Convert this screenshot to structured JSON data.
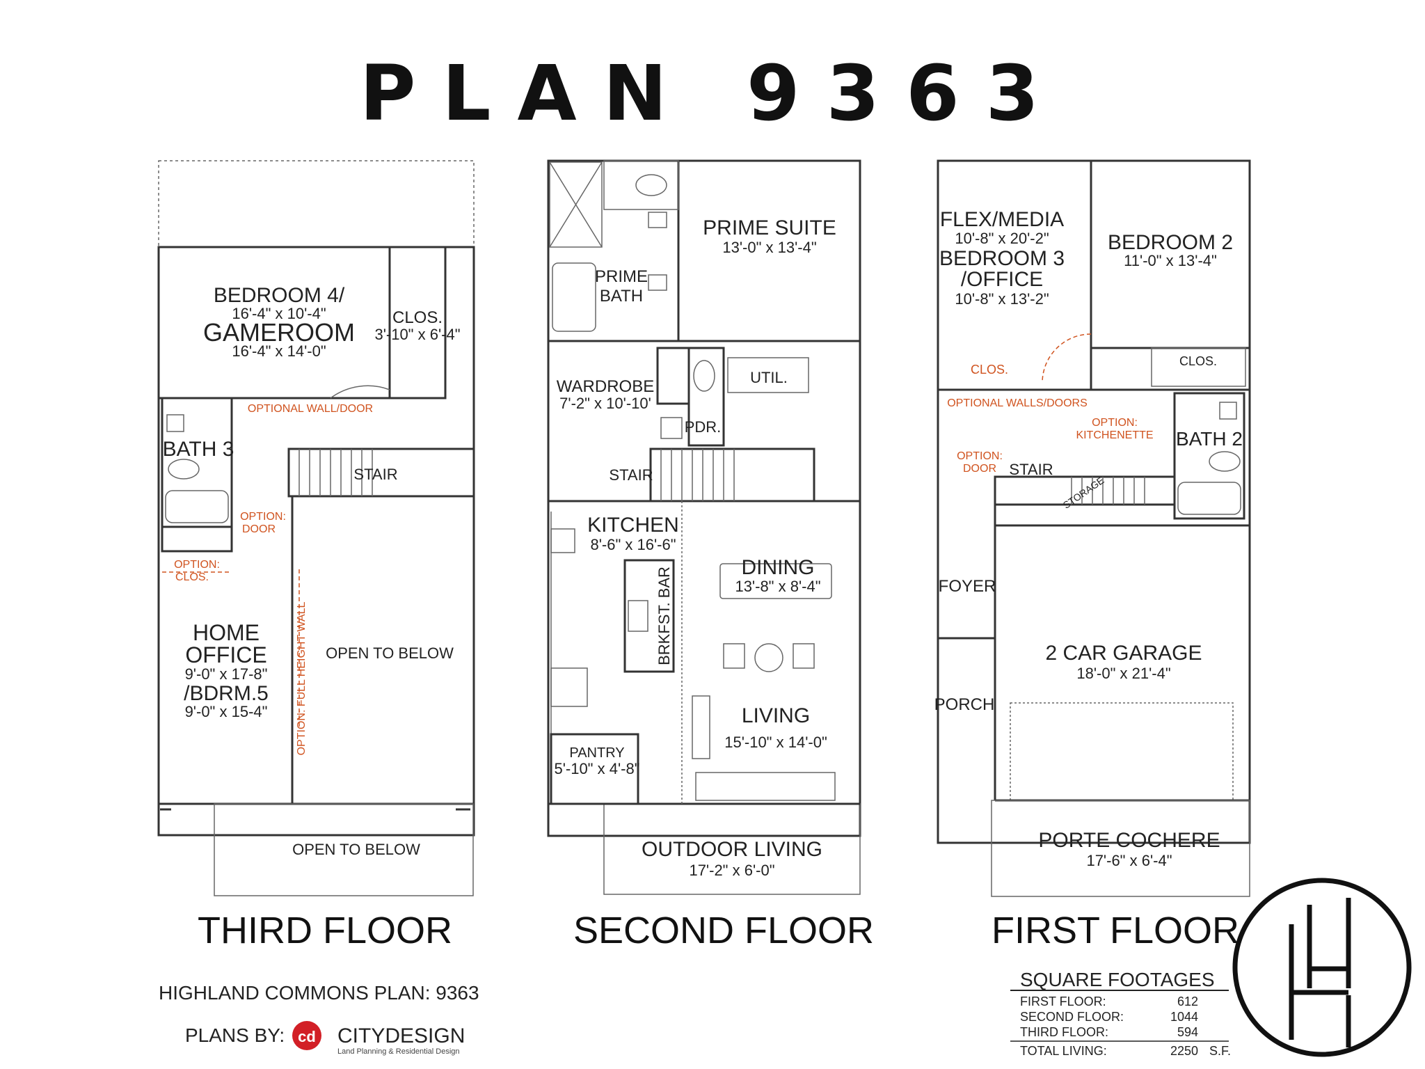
{
  "title": "PLAN 9363",
  "floors": {
    "third": {
      "label": "THIRD FLOOR",
      "rooms": {
        "bedroom4_name1": "BEDROOM 4/",
        "bedroom4_dim1": "16'-4\" x 10'-4\"",
        "bedroom4_name2": "GAMEROOM",
        "bedroom4_dim2": "16'-4\" x 14'-0\"",
        "clos_name": "CLOS.",
        "clos_dim": "3'-10\" x 6'-4\"",
        "bath3": "BATH 3",
        "stair": "STAIR",
        "home_office1": "HOME",
        "home_office2": "OFFICE",
        "home_office_dim": "9'-0\" x 17-8\"",
        "bdrm5": "/BDRM.5",
        "bdrm5_dim": "9'-0\" x 15-4\"",
        "open_below_1": "OPEN TO BELOW",
        "open_below_2": "OPEN TO BELOW"
      },
      "options": {
        "wall_door": "OPTIONAL WALL/DOOR",
        "door1": "OPTION:",
        "door2": "DOOR",
        "clos1": "OPTION:",
        "clos2": "CLOS.",
        "full_height": "OPTION: FULL HEIGHT WALL"
      }
    },
    "second": {
      "label": "SECOND FLOOR",
      "rooms": {
        "prime_suite": "PRIME SUITE",
        "prime_suite_dim": "13'-0\" x 13'-4\"",
        "prime_bath1": "PRIME",
        "prime_bath2": "BATH",
        "wardrobe": "WARDROBE",
        "wardrobe_dim": "7'-2\" x 10'-10'",
        "util": "UTIL.",
        "pdr": "PDR.",
        "stair": "STAIR",
        "kitchen": "KITCHEN",
        "kitchen_dim": "8'-6\" x 16'-6\"",
        "brkfst": "BRKFST. BAR",
        "dining": "DINING",
        "dining_dim": "13'-8\" x 8'-4\"",
        "living": "LIVING",
        "living_dim": "15'-10\" x 14'-0\"",
        "pantry": "PANTRY",
        "pantry_dim": "5'-10\" x 4'-8\"",
        "outdoor": "OUTDOOR LIVING",
        "outdoor_dim": "17'-2\" x 6'-0\""
      }
    },
    "first": {
      "label": "FIRST FLOOR",
      "rooms": {
        "flex": "FLEX/MEDIA",
        "flex_dim": "10'-8\" x 20'-2\"",
        "bed3": "BEDROOM 3",
        "office": "/OFFICE",
        "bed3_dim": "10'-8\" x 13'-2\"",
        "bedroom2": "BEDROOM 2",
        "bedroom2_dim": "11'-0\" x 13'-4\"",
        "clos_a": "CLOS.",
        "clos_b": "CLOS.",
        "bath2": "BATH 2",
        "stair": "STAIR",
        "storage": "STORAGE",
        "foyer": "FOYER",
        "porch": "PORCH",
        "garage": "2 CAR GARAGE",
        "garage_dim": "18'-0\" x 21'-4\"",
        "porte": "PORTE COCHERE",
        "porte_dim": "17'-6\" x 6'-4\""
      },
      "options": {
        "walls_doors": "OPTIONAL WALLS/DOORS",
        "kitchenette1": "OPTION:",
        "kitchenette2": "KITCHENETTE",
        "door1": "OPTION:",
        "door2": "DOOR"
      }
    }
  },
  "footer": {
    "highland": "HIGHLAND COMMONS PLAN:  9363",
    "plans_by": "PLANS BY:",
    "citydesign": "CITYDESIGN",
    "citydesign_sub": "Land Planning & Residential Design"
  },
  "square_footages": {
    "heading": "SQUARE FOOTAGES",
    "rows": [
      {
        "label": "FIRST FLOOR:",
        "value": "612"
      },
      {
        "label": "SECOND FLOOR:",
        "value": "1044"
      },
      {
        "label": "THIRD FLOOR:",
        "value": "594"
      }
    ],
    "total_label": "TOTAL LIVING:",
    "total_value": "2250",
    "total_unit": "S.F."
  },
  "colors": {
    "option_text": "#d0531f",
    "citydesign_logo": "#d21f26"
  }
}
